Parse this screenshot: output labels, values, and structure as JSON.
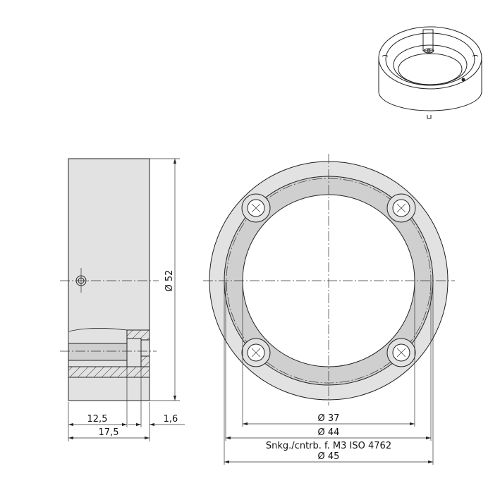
{
  "drawing": {
    "views": [
      "isometric-view",
      "side-section-view",
      "front-view"
    ],
    "dimensions": {
      "side_height": "Ø 52",
      "side_depth_a": "12,5",
      "side_depth_b": "17,5",
      "side_wall": "1,6",
      "front_d37": "Ø 37",
      "front_d44": "Ø 44",
      "front_note": "Snkg./cntrb. f. M3 ISO 4762",
      "front_d45": "Ø 45"
    },
    "colors": {
      "part_fill": "#e2e2e2",
      "band_fill": "#cfcfcf",
      "line": "#222222"
    }
  }
}
